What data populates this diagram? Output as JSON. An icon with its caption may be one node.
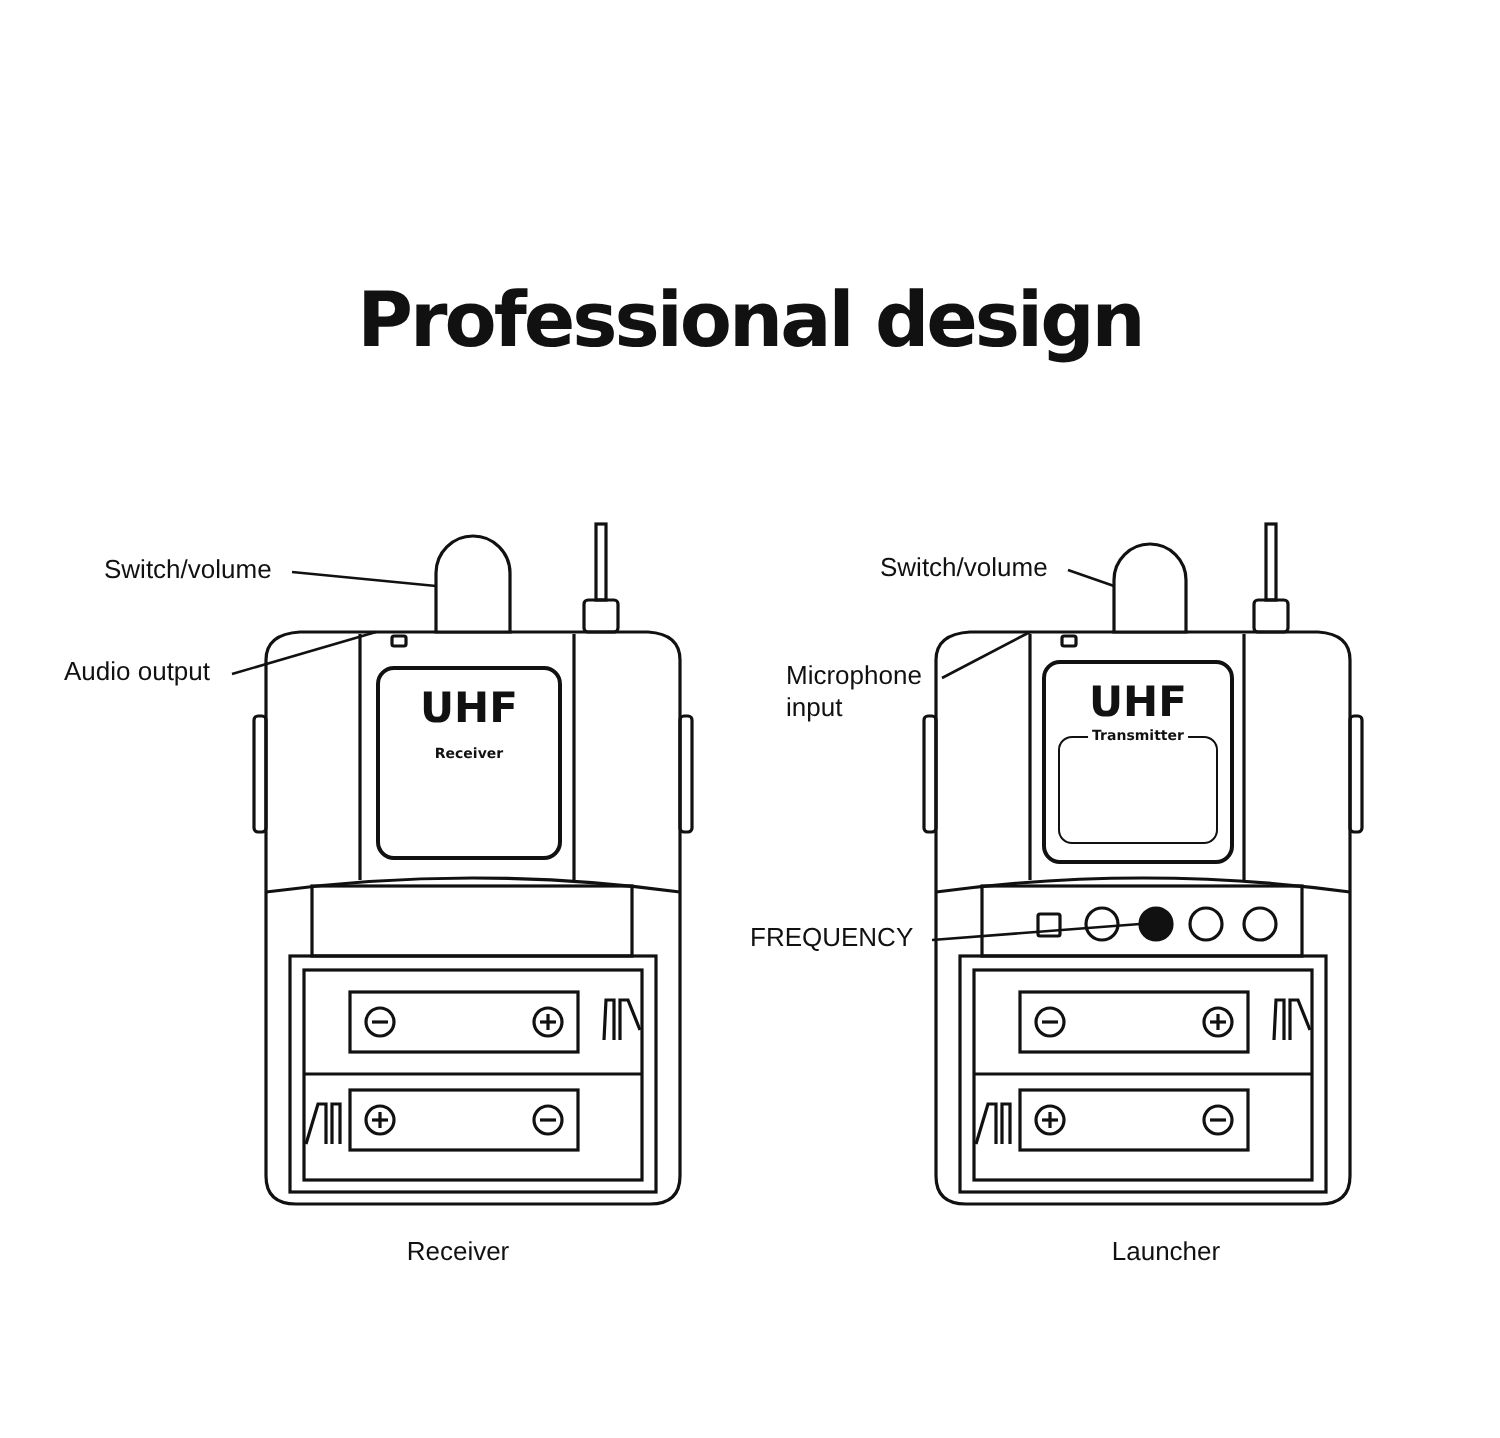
{
  "diagram": {
    "title": "Professional design",
    "nodes": [
      {
        "text": [
          "Switch/volume"
        ]
      },
      {
        "text": [],
        "shape": "dome"
      },
      {
        "text": [
          "Audio output"
        ]
      },
      {
        "text": [
          "UHF",
          "Receiver"
        ]
      },
      {
        "text": [
          "Switch/volume"
        ]
      },
      {
        "text": [],
        "shape": "dome"
      },
      {
        "text": [
          "Microphone input"
        ]
      },
      {
        "text": [
          "UHF",
          "Transmitter"
        ]
      },
      {
        "text": [
          "FREQUENCY"
        ]
      },
      {
        "text": [],
        "shape": "circle"
      }
    ],
    "edges": [
      {
        "from": 0,
        "to": 1,
        "arrow": "none"
      },
      {
        "from": 2,
        "to": null,
        "arrow": "none"
      },
      {
        "from": 4,
        "to": 5,
        "arrow": "none"
      },
      {
        "from": 6,
        "to": null,
        "arrow": "none"
      },
      {
        "from": 8,
        "to": 9,
        "arrow": "none"
      }
    ],
    "labels": [
      "Receiver",
      "Launcher"
    ]
  }
}
